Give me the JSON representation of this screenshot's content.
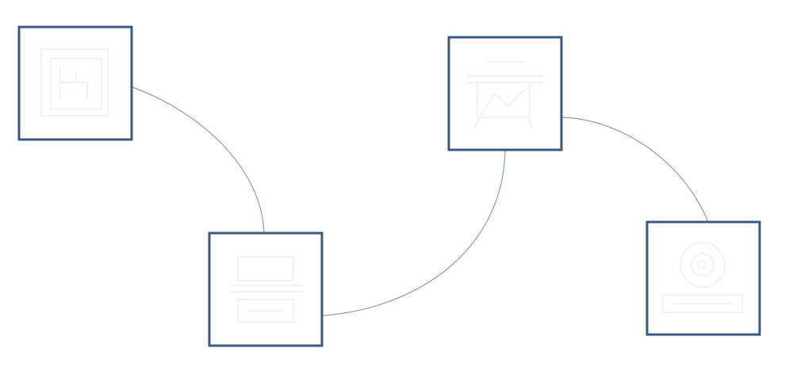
{
  "diagram": {
    "nodes": [
      {
        "id": "node-1",
        "label": "",
        "icon": "document-icon"
      },
      {
        "id": "node-2",
        "label": "",
        "icon": "printer-icon"
      },
      {
        "id": "node-3",
        "label": "",
        "icon": "presentation-board-icon"
      },
      {
        "id": "node-4",
        "label": "",
        "icon": "target-badge-icon"
      }
    ],
    "connections": [
      {
        "from": "node-1",
        "to": "node-2"
      },
      {
        "from": "node-2",
        "to": "node-3"
      },
      {
        "from": "node-3",
        "to": "node-4"
      }
    ],
    "colors": {
      "box_border": "#3b5a80",
      "connector": "#8b9db3",
      "icon_stroke": "#f2f2f2",
      "label_text": "#f4f4f4",
      "background": "#ffffff"
    }
  }
}
